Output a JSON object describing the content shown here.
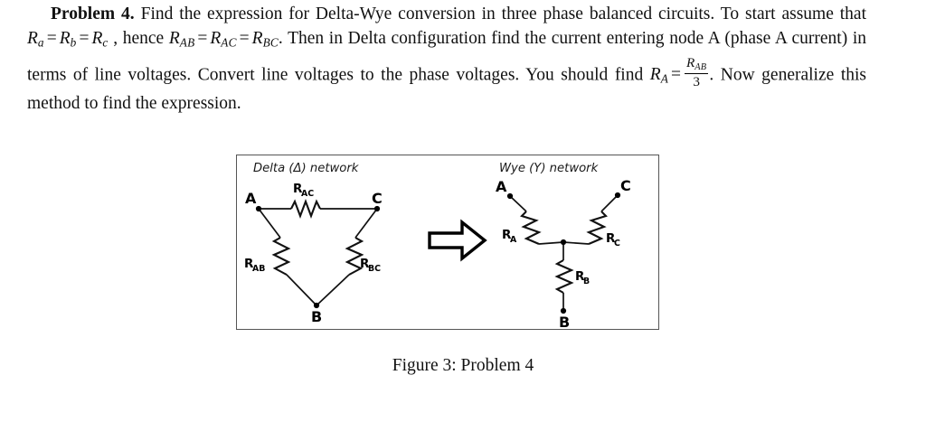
{
  "problem": {
    "label": "Problem 4.",
    "text_parts": {
      "s1": "Find the expression for Delta-Wye conversion in three phase balanced circuits. To start assume that",
      "s2": ", hence",
      "s3": ". Then in Delta configuration find the current entering node A (phase A current) in terms of line voltages. Convert line voltages to the phase voltages. You should find",
      "s4": ". Now generalize this method to find the expression."
    },
    "math": {
      "r_a": {
        "base": "R",
        "sub": "a"
      },
      "r_b": {
        "base": "R",
        "sub": "b"
      },
      "r_c": {
        "base": "R",
        "sub": "c"
      },
      "r_ab": {
        "base": "R",
        "sub": "AB"
      },
      "r_ac": {
        "base": "R",
        "sub": "AC"
      },
      "r_bc": {
        "base": "R",
        "sub": "BC"
      },
      "r_A": {
        "base": "R",
        "sub": "A"
      },
      "equals": "=",
      "fraction": {
        "numerator_base": "R",
        "numerator_sub": "AB",
        "denominator": "3"
      }
    }
  },
  "figure": {
    "caption": "Figure 3:  Problem 4",
    "delta": {
      "title": "Delta (Δ) network",
      "nodes": [
        {
          "name": "A",
          "label": "A"
        },
        {
          "name": "B",
          "label": "B"
        },
        {
          "name": "C",
          "label": "C"
        }
      ],
      "resistors": [
        {
          "name": "R-AC",
          "base": "R",
          "sub": "AC"
        },
        {
          "name": "R-AB",
          "base": "R",
          "sub": "AB"
        },
        {
          "name": "R-BC",
          "base": "R",
          "sub": "BC"
        }
      ]
    },
    "wye": {
      "title": "Wye (Y) network",
      "nodes": [
        {
          "name": "A",
          "label": "A"
        },
        {
          "name": "B",
          "label": "B"
        },
        {
          "name": "C",
          "label": "C"
        }
      ],
      "resistors": [
        {
          "name": "R-A",
          "base": "R",
          "sub": "A"
        },
        {
          "name": "R-B",
          "base": "R",
          "sub": "B"
        },
        {
          "name": "R-C",
          "base": "R",
          "sub": "C"
        }
      ]
    },
    "conversion_arrow": "right-arrow"
  },
  "colors": {
    "ink": "#000000",
    "text": "#111111",
    "figure_border": "#555555",
    "background": "#ffffff"
  }
}
